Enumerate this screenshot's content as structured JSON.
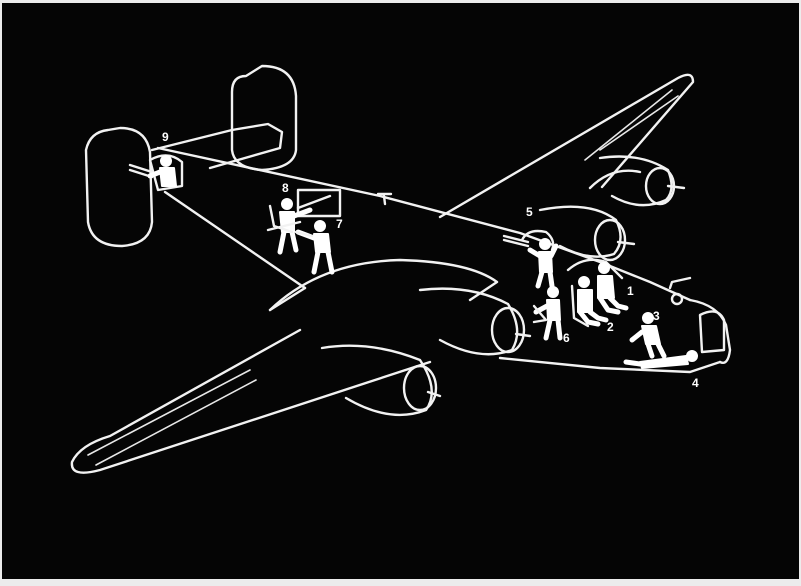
{
  "diagram": {
    "background_color": "#050505",
    "line_color": "#f2f2f2",
    "stations": [
      {
        "number": "1"
      },
      {
        "number": "2"
      },
      {
        "number": "3"
      },
      {
        "number": "4"
      },
      {
        "number": "5"
      },
      {
        "number": "6"
      },
      {
        "number": "7"
      },
      {
        "number": "8"
      },
      {
        "number": "9"
      }
    ]
  }
}
